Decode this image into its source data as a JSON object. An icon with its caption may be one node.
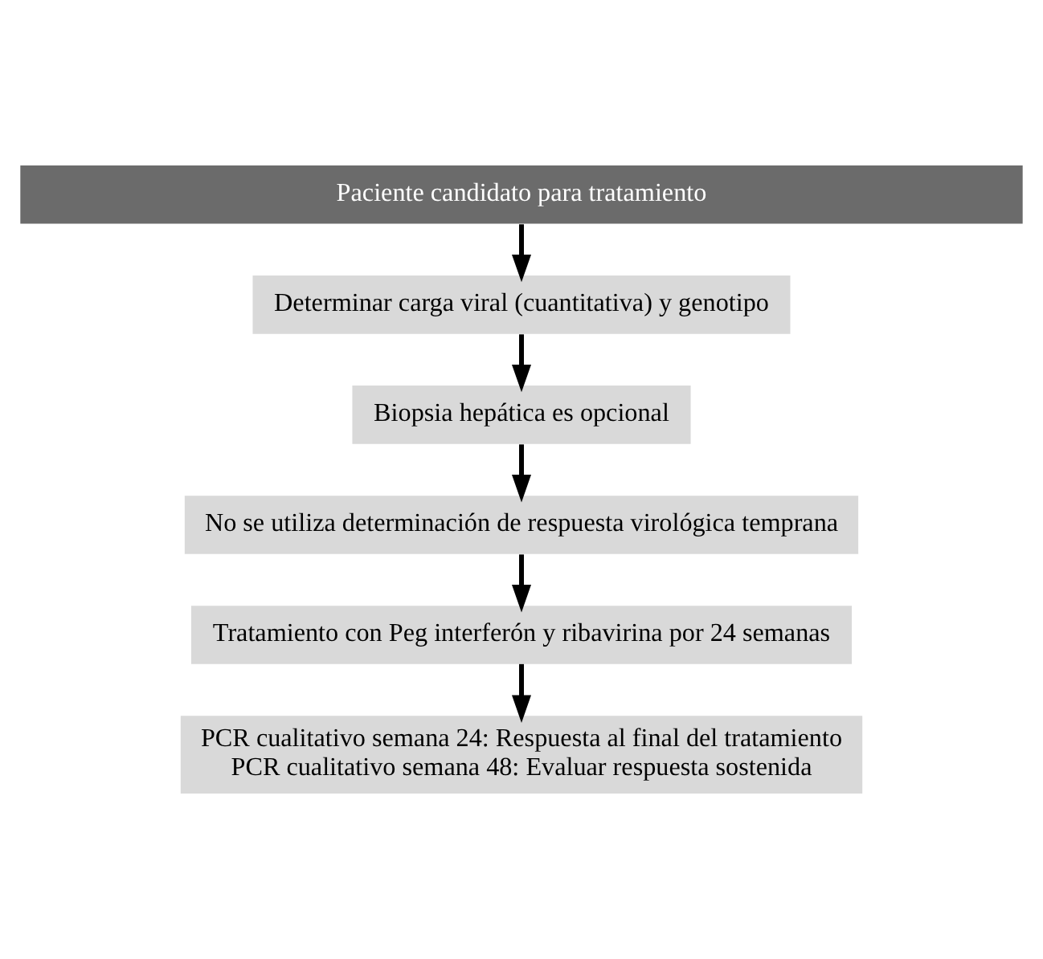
{
  "diagram": {
    "nodes": [
      {
        "text": [
          "Paciente candidato para tratamiento"
        ]
      },
      {
        "text": [
          "Determinar carga viral (cuantitativa) y genotipo"
        ]
      },
      {
        "text": [
          "Biopsia hepática es opcional"
        ]
      },
      {
        "text": [
          "No se utiliza determinación de respuesta virológica temprana"
        ]
      },
      {
        "text": [
          "Tratamiento con Peg interferón y ribavirina por 24 semanas"
        ]
      },
      {
        "text": [
          "PCR cualitativo semana 24: Respuesta al final del tratamiento",
          "PCR cualitativo semana 48: Evaluar respuesta sostenida"
        ]
      }
    ],
    "edges": [
      {
        "from": 0,
        "to": 1,
        "arrow": "to"
      },
      {
        "from": 1,
        "to": 2,
        "arrow": "to"
      },
      {
        "from": 2,
        "to": 3,
        "arrow": "to"
      },
      {
        "from": 3,
        "to": 4,
        "arrow": "to"
      },
      {
        "from": 4,
        "to": 5,
        "arrow": "to"
      }
    ]
  }
}
